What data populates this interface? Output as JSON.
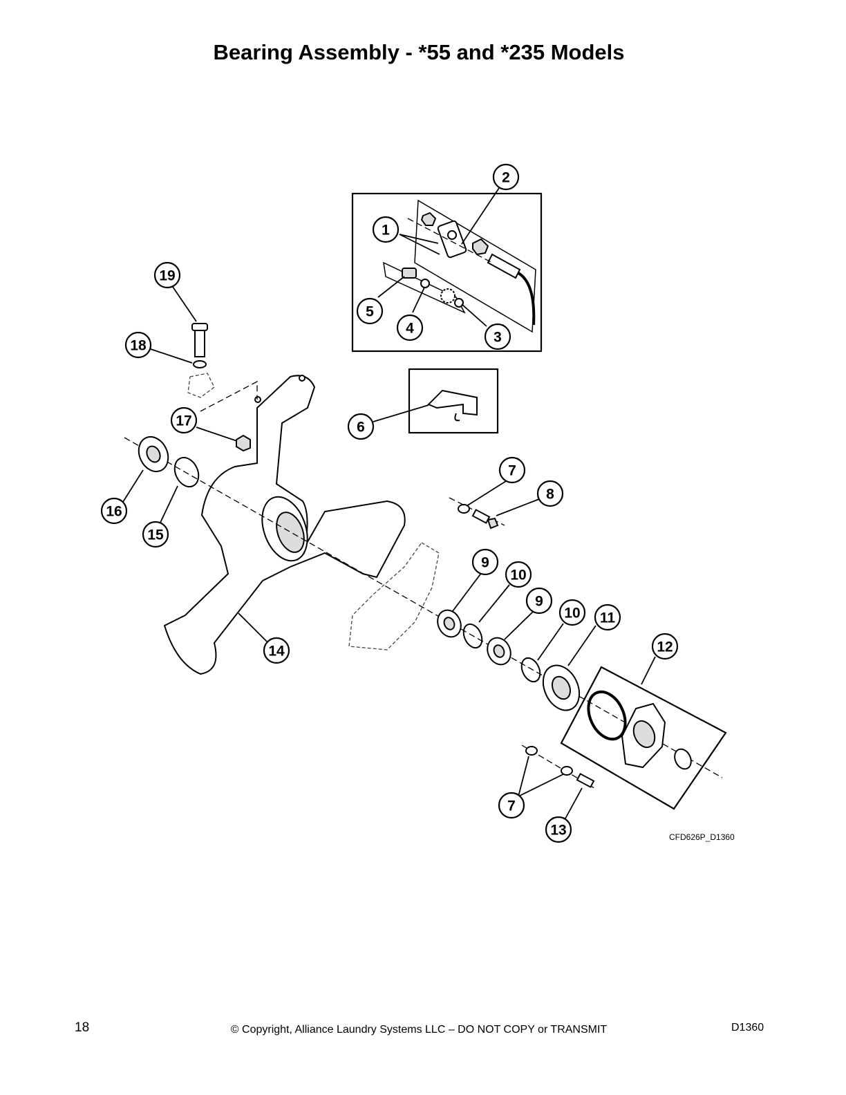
{
  "title": "Bearing Assembly - *55 and *235 Models",
  "drawing_id": "CFD626P_D1360",
  "footer": {
    "page_number": "18",
    "copyright": "© Copyright, Alliance Laundry Systems LLC – DO NOT COPY or TRANSMIT",
    "doc_id": "D1360"
  },
  "callouts": [
    "1",
    "2",
    "3",
    "4",
    "5",
    "6",
    "7",
    "8",
    "9",
    "10",
    "11",
    "12",
    "13",
    "14",
    "15",
    "16",
    "17",
    "18",
    "19"
  ]
}
